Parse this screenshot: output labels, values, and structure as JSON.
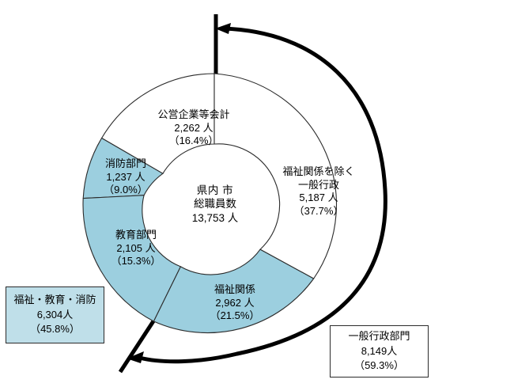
{
  "chart_data": {
    "type": "pie",
    "title": "県内 市 総職員数 内訳",
    "center": {
      "line1": "県内  市",
      "line2": "総職員数",
      "line3": "13,753 人",
      "total_value": 13753,
      "total_unit": "人"
    },
    "categories": [
      "公営企業等会計",
      "消防部門",
      "教育部門",
      "福祉関係",
      "福祉関係を除く一般行政"
    ],
    "values": [
      2262,
      1237,
      2105,
      2962,
      5187
    ],
    "percentages": [
      16.4,
      9.0,
      15.3,
      21.5,
      37.7
    ],
    "colors": [
      "#ffffff",
      "#9ccfdf",
      "#9ccfdf",
      "#9ccfdf",
      "#ffffff"
    ],
    "legend_position": "inside-slices",
    "grid": false,
    "slices": [
      {
        "name": "公営企業等会計",
        "value": 2262,
        "value_text": "2,262 人",
        "percent_text": "（16.4%）",
        "percent": 16.4,
        "fill": "#ffffff"
      },
      {
        "name": "消防部門",
        "value": 1237,
        "value_text": "1,237 人",
        "percent_text": "（9.0%）",
        "percent": 9.0,
        "fill": "#9ccfdf"
      },
      {
        "name": "教育部門",
        "value": 2105,
        "value_text": "2,105 人",
        "percent_text": "（15.3%）",
        "percent": 15.3,
        "fill": "#9ccfdf"
      },
      {
        "name": "福祉関係",
        "value": 2962,
        "value_text": "2,962 人",
        "percent_text": "（21.5%）",
        "percent": 21.5,
        "fill": "#9ccfdf"
      },
      {
        "name": "福祉関係を除く一般行政",
        "name_line1": "福祉関係を除く",
        "name_line2": "一般行政",
        "value": 5187,
        "value_text": "5,187 人",
        "percent_text": "（37.7%）",
        "percent": 37.7,
        "fill": "#ffffff"
      }
    ],
    "annotations": [
      {
        "id": "welfare-education-fire",
        "name_text": "福祉・教育・消防",
        "value_text": "6,304人",
        "percent_text": "（45.8%）",
        "value": 6304,
        "percent": 45.8,
        "style": "filled",
        "fill": "#bfdfe9"
      },
      {
        "id": "general-administration",
        "name_text": "一般行政部門",
        "value_text": "8,149人",
        "percent_text": "（59.3%）",
        "value": 8149,
        "percent": 59.3,
        "style": "plain",
        "fill": "#ffffff"
      }
    ]
  },
  "chart": {
    "slice_public_enterprise": {
      "name": "公営企業等会計",
      "value": "2,262 人",
      "percent": "（16.4%）"
    },
    "slice_fire": {
      "name": "消防部門",
      "value": "1,237 人",
      "percent": "（9.0%）"
    },
    "slice_education": {
      "name": "教育部門",
      "value": "2,105 人",
      "percent": "（15.3%）"
    },
    "slice_welfare": {
      "name": "福祉関係",
      "value": "2,962 人",
      "percent": "（21.5%）"
    },
    "slice_general_admin": {
      "name_line1": "福祉関係を除く",
      "name_line2": "一般行政",
      "value": "5,187 人",
      "percent": "（37.7%）"
    },
    "center": {
      "line1": "県内  市",
      "line2": "総職員数",
      "line3": "13,753 人"
    }
  },
  "callouts": {
    "welfare_group": {
      "name": "福祉・教育・消防",
      "value": "6,304人",
      "percent": "（45.8%）"
    },
    "general_group": {
      "name": "一般行政部門",
      "value": "8,149人",
      "percent": "（59.3%）"
    }
  },
  "colors": {
    "slice_fill": "#9ccfdf",
    "slice_empty": "#ffffff",
    "stroke": "#2b2b2b",
    "callout_fill": "#bfdfe9",
    "accent": "#000000"
  }
}
